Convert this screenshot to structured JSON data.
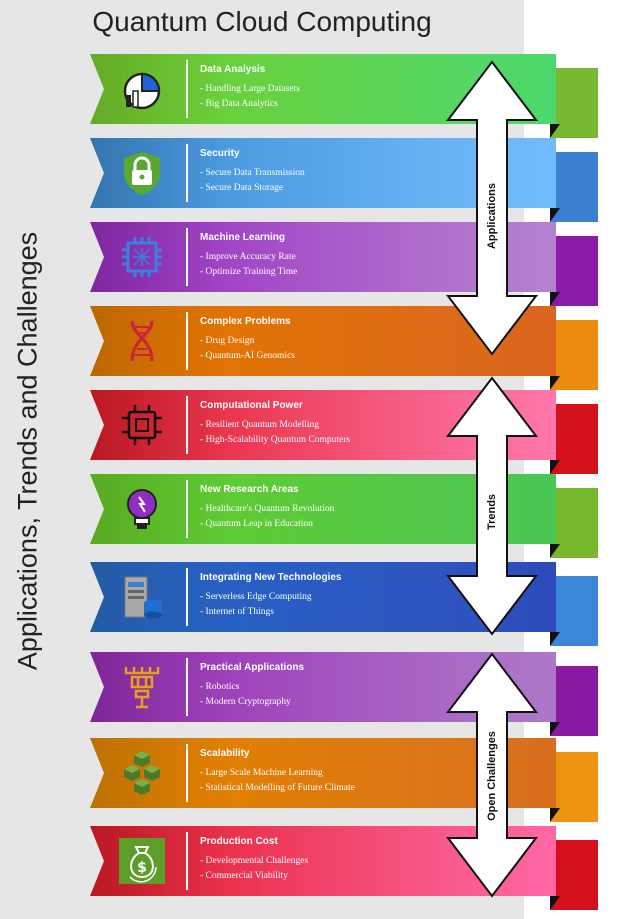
{
  "title": "Quantum Cloud Computing",
  "side_title": "Applications, Trends and Challenges",
  "arrows": [
    {
      "label": "Applications"
    },
    {
      "label": "Trends"
    },
    {
      "label": "Open Challenges"
    }
  ],
  "items": [
    {
      "heading": "Data Analysis",
      "lines": [
        "- Handling Large Datasets",
        "- Big Data Analytics"
      ],
      "icon": "pie-chart-icon",
      "colors": [
        "#7ccf2d",
        "#3fd664",
        "#78b832"
      ]
    },
    {
      "heading": "Security",
      "lines": [
        "-  Secure Data Transmission",
        "-  Secure Data Storage"
      ],
      "icon": "padlock-shield-icon",
      "colors": [
        "#3f8fd4",
        "#6ab7ff",
        "#3a7fd0"
      ]
    },
    {
      "heading": "Machine Learning",
      "lines": [
        "- Improve Accuracy Rate",
        "- Optimize Training Time"
      ],
      "icon": "neural-chip-icon",
      "colors": [
        "#9b2fc4",
        "#b07acc",
        "#8d1aa6"
      ]
    },
    {
      "heading": "Complex Problems",
      "lines": [
        "- Drug Design",
        "- Quantum-AI Genomics"
      ],
      "icon": "dna-icon",
      "colors": [
        "#e67e00",
        "#d85a10",
        "#ec8a10"
      ]
    },
    {
      "heading": "Computational Power",
      "lines": [
        "- Resilient Quantum Modelling",
        "- High-Scalability Quantum Computers"
      ],
      "icon": "processor-icon",
      "colors": [
        "#e21e2a",
        "#ff6fa6",
        "#d4101a"
      ]
    },
    {
      "heading": "New Research Areas",
      "lines": [
        "- Healthcare's Quantum Revolution",
        "- Quantum Leap in Education"
      ],
      "icon": "lightbulb-icon",
      "colors": [
        "#6ccf2a",
        "#3ec24a",
        "#78b82c"
      ]
    },
    {
      "heading": "Integrating New Technologies",
      "lines": [
        "- Serverless Edge Computing",
        "- Internet of Things"
      ],
      "icon": "server-database-icon",
      "colors": [
        "#2b6fc9",
        "#1f3fb8",
        "#3b86d6"
      ]
    },
    {
      "heading": "Practical Applications",
      "lines": [
        "- Robotics",
        "- Modern Cryptography"
      ],
      "icon": "quantum-device-icon",
      "colors": [
        "#9a2fb8",
        "#a86fc4",
        "#8a18a0"
      ]
    },
    {
      "heading": "Scalability",
      "lines": [
        "- Large Scale Machine Learning",
        "-  Statistical Modelling of Future Climate"
      ],
      "icon": "cubes-icon",
      "colors": [
        "#e68a00",
        "#d6640e",
        "#ee9410"
      ]
    },
    {
      "heading": "Production Cost",
      "lines": [
        "- Developmental Challenges",
        "- Commercial Viability"
      ],
      "icon": "money-bag-icon",
      "colors": [
        "#e21e2a",
        "#ff5fa0",
        "#d4101a"
      ]
    }
  ]
}
